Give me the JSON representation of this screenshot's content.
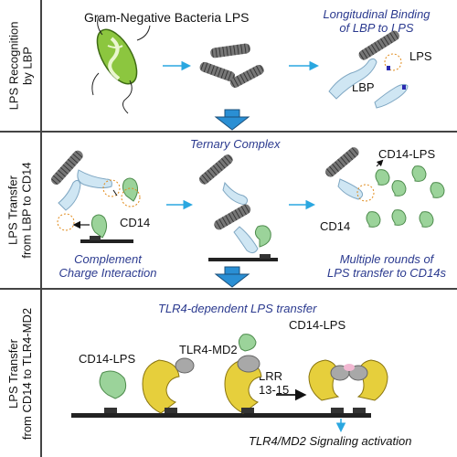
{
  "rows": [
    {
      "label": [
        "LPS Recognition",
        "by LBP"
      ]
    },
    {
      "label": [
        "LPS Transfer",
        "from LBP to CD14"
      ]
    },
    {
      "label": [
        "LPS Transfer",
        "from CD14 to TLR4-MD2"
      ]
    }
  ],
  "panel1": {
    "title": "Gram-Negative Bacteria LPS",
    "subtitle": [
      "Longitudinal Binding",
      "of LBP to LPS"
    ],
    "lps": "LPS",
    "lbp": "LBP"
  },
  "panel2": {
    "title": "Ternary Complex",
    "cd14_a": "CD14",
    "cd14_b": "CD14",
    "cd14_lps": "CD14-LPS",
    "left_caption": [
      "Complement",
      "Charge Interaction"
    ],
    "right_caption": [
      "Multiple rounds of",
      "LPS transfer to CD14s"
    ]
  },
  "panel3": {
    "title": "TLR4-dependent LPS transfer",
    "cd14_lps_left": "CD14-LPS",
    "cd14_lps_right": "CD14-LPS",
    "tlr4": "TLR4-MD2",
    "lrr": [
      "LRR",
      "13-15"
    ],
    "activation": "TLR4/MD2 Signaling activation"
  },
  "colors": {
    "arrow": "#2aa7e0",
    "lbp": "#cfe6f3",
    "cd14": "#9bd39a",
    "tlr4": "#e6cf3c",
    "md2": "#a8a8a8",
    "lps": "#555555",
    "bacterium": "#8cc63f",
    "caption": "#2b3a8f"
  },
  "icons": [
    "bacterium-icon",
    "lps-micelle-icon",
    "lbp-protein-icon",
    "cd14-protein-icon",
    "tlr4-md2-complex-icon",
    "membrane-icon",
    "down-arrow-icon",
    "right-arrow-icon"
  ]
}
